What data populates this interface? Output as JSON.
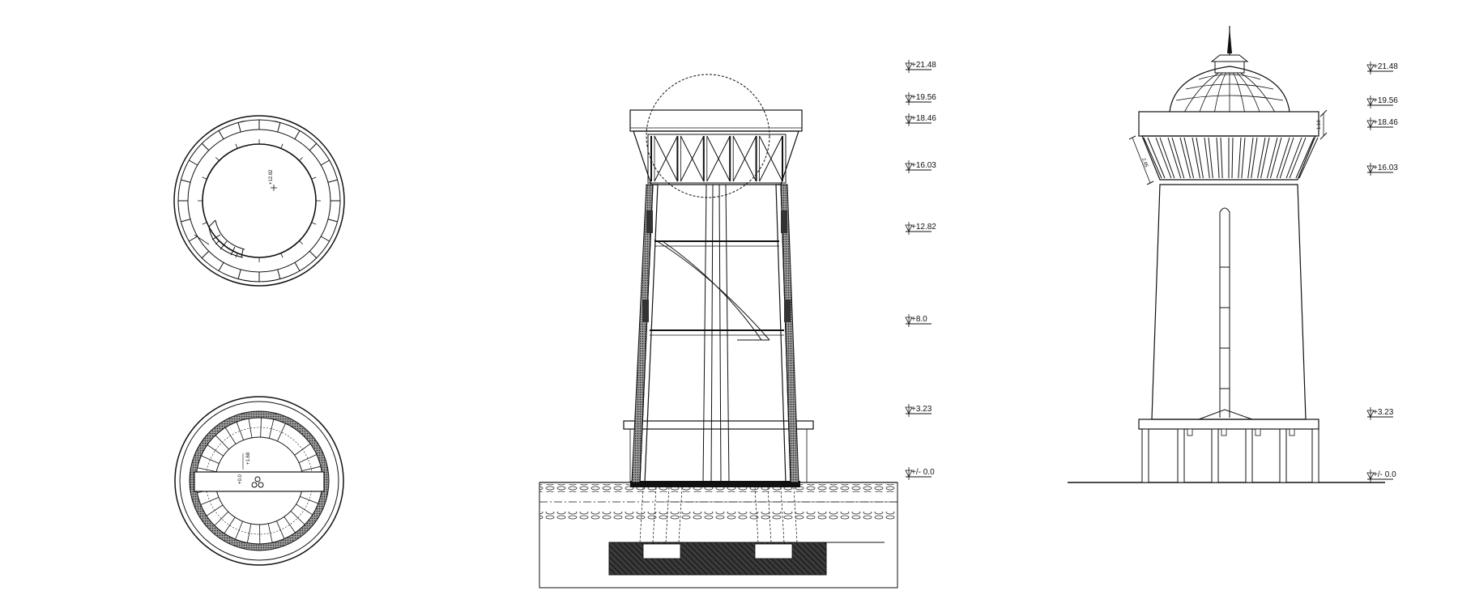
{
  "colors": {
    "line": "#111111",
    "background": "#ffffff",
    "hatch_dark": "#3a3a3a",
    "hatch_mid": "#6a6a6a"
  },
  "plan_top": {
    "label": "+12.82"
  },
  "plan_bottom": {
    "label_a": "+1.68",
    "label_b": "+0.0"
  },
  "section": {
    "levels": [
      {
        "label": "+21.48",
        "value": 21.48
      },
      {
        "label": "+19.56",
        "value": 19.56
      },
      {
        "label": "+18.46",
        "value": 18.46
      },
      {
        "label": "+16.03",
        "value": 16.03
      },
      {
        "label": "+12.82",
        "value": 12.82
      },
      {
        "label": "+8.0",
        "value": 8.0
      },
      {
        "label": "+3.23",
        "value": 3.23
      },
      {
        "label": "+/- 0.0",
        "value": 0.0
      }
    ]
  },
  "elevation": {
    "levels": [
      {
        "label": "+21.48",
        "value": 21.48
      },
      {
        "label": "+19.56",
        "value": 19.56
      },
      {
        "label": "+18.46",
        "value": 18.46
      },
      {
        "label": "+16.03",
        "value": 16.03
      },
      {
        "label": "+3.23",
        "value": 3.23
      },
      {
        "label": "+/- 0.0",
        "value": 0.0
      }
    ],
    "dim_top": "1.10",
    "dim_side": "2.85"
  }
}
